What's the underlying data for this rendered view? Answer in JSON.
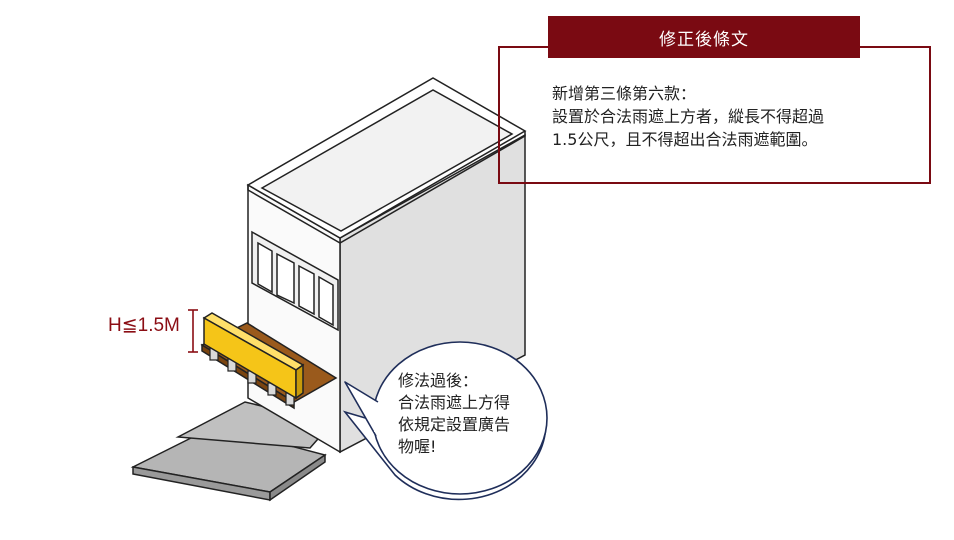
{
  "amendment_panel": {
    "header": "修正後條文",
    "lines": [
      "新增第三條第六款：",
      "設置於合法雨遮上方者，縱長不得超過",
      "1.5公尺，且不得超出合法雨遮範圍。"
    ]
  },
  "speech_bubble": {
    "lines": [
      "修法過後：",
      "合法雨遮上方得",
      "依規定設置廣告",
      "物喔!"
    ]
  },
  "height_label": "H≦1.5M",
  "colors": {
    "accent_red": "#7a0a12",
    "sign_yellow": "#f5c518",
    "awning_brown": "#9a5a1c",
    "building_gray": "#e2e2e2",
    "ground_gray": "#b8b8b8"
  }
}
